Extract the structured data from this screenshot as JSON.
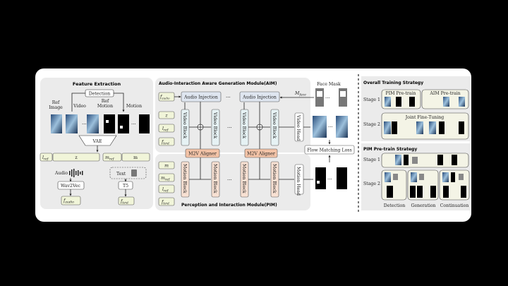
{
  "feature_extraction": {
    "title": "Feature Extraction",
    "detection": "Detection",
    "ref_image": [
      "Ref",
      "Image"
    ],
    "video": "Video",
    "ref_motion": [
      "Ref",
      "Motion"
    ],
    "motion": "Motion",
    "vae": "VAE",
    "tokens": {
      "l": "l",
      "ref": "ref",
      "z": "z",
      "m": "m",
      "m_ref_base": "m",
      "m_ref_sub": "ref"
    },
    "audio": "Audio",
    "text": "Text",
    "wav2vec": "Wav2Vec",
    "t5": "T5",
    "f": "f",
    "audio_sub": "audio",
    "text_sub": "text"
  },
  "aim": {
    "title": "Audio-Interaction Aware Generation Module(AIM)",
    "audio_injection": "Audio Injection",
    "video_block": "Video Block",
    "video_head": "Video Head",
    "m2v_aligner": "M2V Aligner",
    "ellipsis": "···"
  },
  "pim": {
    "title": "Perception and Interaction Module(PIM)",
    "motion_block": "Motion Block",
    "motion_head": "Motion Head"
  },
  "outputs": {
    "face_mask": "Face Mask",
    "m_face_base": "M",
    "m_face_sub": "face",
    "flow_matching_loss": "Flow Matching Loss"
  },
  "training": {
    "overall_title": "Overall Training Strategy",
    "stage1": "Stage 1",
    "stage2": "Stage 2",
    "pim_pretrain": "PIM Pre-train",
    "aim_pretrain": "AIM Pre-train",
    "joint_fine_tuning": "Joint Fine-Tuning",
    "pim_strategy_title": "PIM Pre-train Strategy",
    "detection": "Detection",
    "generation": "Generation",
    "continuation": "Continuation"
  },
  "colors": {
    "token_fill": "#f1f5d9",
    "audio_injection_fill": "#dfe6f0",
    "video_block_fill": "#e6f2f4",
    "motion_block_fill": "#f8e1d3",
    "aligner_fill": "#f3c3a7"
  }
}
